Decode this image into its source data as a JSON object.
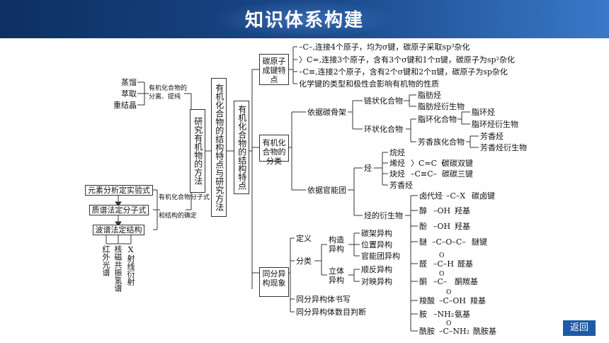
{
  "header": {
    "title": "知识体系构建"
  },
  "back_button": "返回",
  "left": {
    "methods": [
      "蒸馏",
      "萃取",
      "重结晶"
    ],
    "separation_label": "有机化合物的分离、提纯",
    "steps": [
      "元素分析定实验式",
      "质谱法定分子式",
      "波谱法定结构"
    ],
    "steps_label_1": "有机化合物分子式",
    "steps_label_2": "和结构的确定",
    "spectra": [
      "红外光谱",
      "核磁共振氢谱",
      "X射线衍射"
    ],
    "research_box": "研究有机物的方法"
  },
  "center": {
    "box1": "有机化合物的结构特点与研究方法",
    "box2": "有机化合物的结构特点"
  },
  "bonding": {
    "box": "碳原子成键特点",
    "items": [
      "–C–,连接4个原子，均为σ键，碳原子采取sp³杂化",
      "〉C=,连接3个原子，含有3个σ键和1个π键，碳原子为sp²杂化",
      "–C≡,连接2个原子，含有2个σ键和2个π键，碳原子为sp杂化",
      "化学键的类型和极性会影响有机物的性质"
    ]
  },
  "classification": {
    "box": "有机化合物的分类",
    "by_skeleton": "依据碳骨架",
    "chain": "链状化合物",
    "chain_items": [
      "脂肪烃",
      "脂肪烃衍生物"
    ],
    "ring": "环状化合物",
    "alicyclic": "脂环化合物",
    "alicyclic_items": [
      "脂环烃",
      "脂环烃衍生物"
    ],
    "aromatic": "芳香族化合物",
    "aromatic_items": [
      "芳香烃",
      "芳香烃衍生物"
    ],
    "by_group": "依据官能团",
    "hydrocarbon": "烃",
    "hc_items": [
      "烷烃",
      "烯烃",
      "炔烃",
      "芳香烃"
    ],
    "alkene_group": "〉C=C〈",
    "alkene_name": "碳碳双键",
    "alkyne_group": "–C≡C–",
    "alkyne_name": "碳碳三键",
    "derivative": "烃的衍生物",
    "deriv_items": [
      {
        "name": "卤代烃",
        "group": "–C–X",
        "gname": "碳卤键"
      },
      {
        "name": "醇",
        "group": "–OH",
        "gname": "羟基"
      },
      {
        "name": "酚",
        "group": "–OH",
        "gname": "羟基"
      },
      {
        "name": "醚",
        "group": "–C–O–C–",
        "gname": "醚键"
      },
      {
        "name": "醛",
        "group": "–C–H",
        "gname": "醛基"
      },
      {
        "name": "酮",
        "group": "–C–",
        "gname": "酮羰基"
      },
      {
        "name": "羧酸",
        "group": "–C–OH",
        "gname": "羧基"
      },
      {
        "name": "胺",
        "group": "–NH₂",
        "gname": "氨基"
      },
      {
        "name": "酰胺",
        "group": "–C–NH₂",
        "gname": "酰胺基"
      }
    ],
    "carbonyl_o": "O"
  },
  "isomers": {
    "box": "同分异构现象",
    "definition": "定义",
    "types": "分类",
    "structural": "构造异构",
    "structural_items": [
      "碳架异构",
      "位置异构",
      "官能团异构"
    ],
    "stereo": "立体异构",
    "stereo_items": [
      "顺反异构",
      "对映异构"
    ],
    "writing": "同分异构体书写",
    "counting": "同分异构体数目判断"
  }
}
